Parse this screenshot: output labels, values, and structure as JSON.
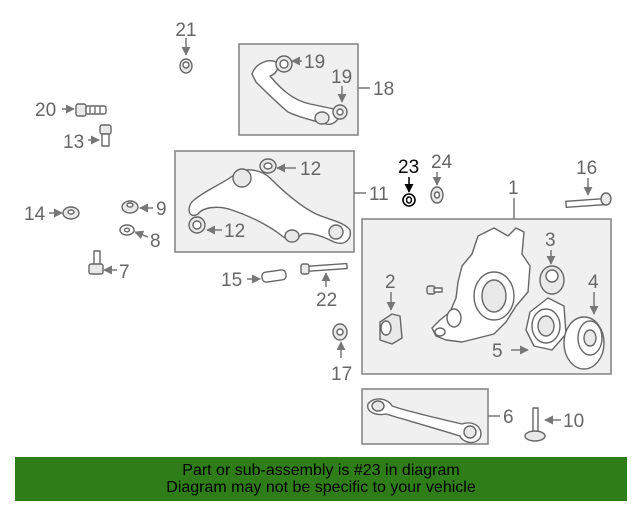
{
  "callouts": {
    "c1": "1",
    "c2": "2",
    "c3": "3",
    "c4": "4",
    "c5": "5",
    "c6": "6",
    "c7": "7",
    "c8": "8",
    "c9": "9",
    "c10": "10",
    "c11": "11",
    "c12a": "12",
    "c12b": "12",
    "c13": "13",
    "c14": "14",
    "c15": "15",
    "c16": "16",
    "c17": "17",
    "c18": "18",
    "c19a": "19",
    "c19b": "19",
    "c20": "20",
    "c21": "21",
    "c22": "22",
    "c23": "23",
    "c24": "24"
  },
  "highlighted_part": "23",
  "colors": {
    "banner_bg": "#2e7d18",
    "highlight": "#000000",
    "callout": "#666666",
    "box_fill": "#f0f0f0"
  },
  "banner": {
    "line1": "Part or sub-assembly is #23 in diagram",
    "line2": "Diagram may not be specific to your vehicle"
  }
}
